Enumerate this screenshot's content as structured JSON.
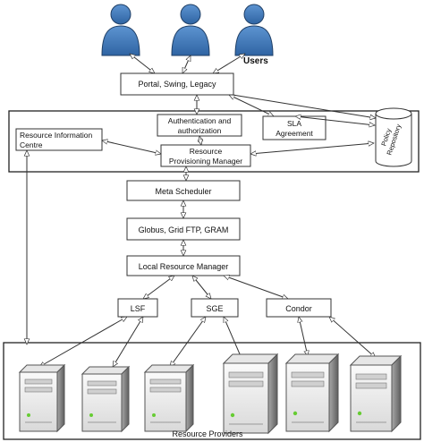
{
  "users_label": "Users",
  "boxes": {
    "portal": "Portal, Swing, Legacy",
    "auth_line1": "Authentication and",
    "auth_line2": "authorization",
    "sla_line1": "SLA",
    "sla_line2": "Agreement",
    "ric_line1": "Resource Information",
    "ric_line2": "Centre",
    "rpm_line1": "Resource",
    "rpm_line2": "Provisioning Manager",
    "policy_line1": "Policy",
    "policy_line2": "Repository",
    "meta": "Meta Scheduler",
    "globus": "Globus, Grid FTP, GRAM",
    "lrm": "Local Resource Manager",
    "lsf": "LSF",
    "sge": "SGE",
    "condor": "Condor"
  },
  "resource_providers_label": "Resource Providers",
  "colors": {
    "user_blue": "#3f78b8",
    "user_outline": "#1f3f66",
    "server_light": "#f3f3f3",
    "server_dark": "#8c8c8c",
    "server_led": "#66cc33"
  }
}
